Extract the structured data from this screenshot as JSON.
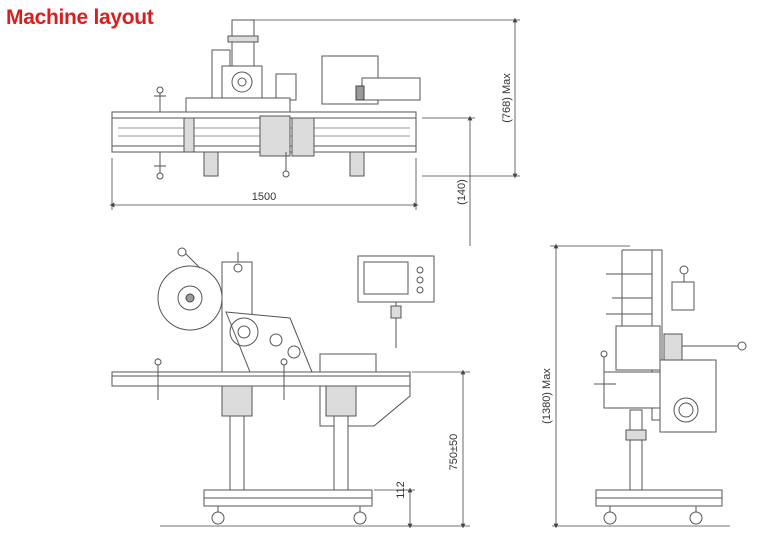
{
  "title": "Machine layout",
  "dimensions": {
    "overall_length": "1500",
    "max_height_top_view": "(768) Max",
    "offset_top_view": "(140)",
    "max_height_side_view": "(1380) Max",
    "conveyor_height": "750±50",
    "base_clearance": "112"
  },
  "colors": {
    "title": "#d81e1e",
    "line": "#555555"
  }
}
